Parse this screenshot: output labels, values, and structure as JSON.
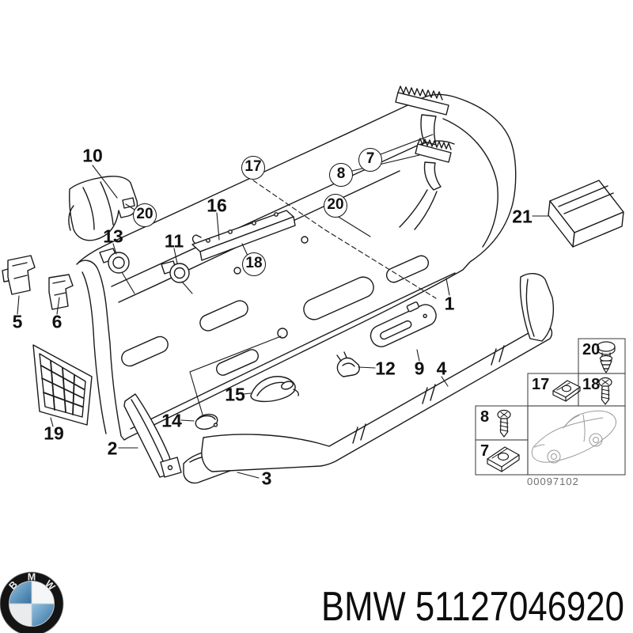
{
  "diagram": {
    "callouts": [
      {
        "label": "10"
      },
      {
        "label": "13"
      },
      {
        "label": "11"
      },
      {
        "label": "16"
      },
      {
        "label": "5"
      },
      {
        "label": "6"
      },
      {
        "label": "19"
      },
      {
        "label": "2"
      },
      {
        "label": "14"
      },
      {
        "label": "15"
      },
      {
        "label": "3"
      },
      {
        "label": "12"
      },
      {
        "label": "9"
      },
      {
        "label": "4"
      },
      {
        "label": "1"
      },
      {
        "label": "21"
      }
    ],
    "circled_callouts": [
      {
        "label": "20"
      },
      {
        "label": "17"
      },
      {
        "label": "18"
      },
      {
        "label": "8"
      },
      {
        "label": "7"
      },
      {
        "label": "20"
      }
    ],
    "inset": {
      "cells": [
        {
          "label": "20",
          "icon": "expansion-rivet-icon"
        },
        {
          "label": "17",
          "icon": "clip-nut-icon"
        },
        {
          "label": "18",
          "icon": "screw-icon"
        },
        {
          "label": "8",
          "icon": "screw-icon"
        },
        {
          "label": "7",
          "icon": "clip-nut-icon"
        }
      ],
      "diagram_code": "00097102"
    }
  },
  "footer": {
    "part_text": "BMW 51127046920"
  },
  "logo": {
    "letters": [
      "B",
      "M",
      "W"
    ],
    "blue": "#4a86b8",
    "ring": "#141414"
  },
  "colors": {
    "line": "#1a1a1a",
    "inset_border": "#4a4a4a",
    "code_text": "#6e6e6e",
    "car_sketch": "#9a9a9a"
  }
}
